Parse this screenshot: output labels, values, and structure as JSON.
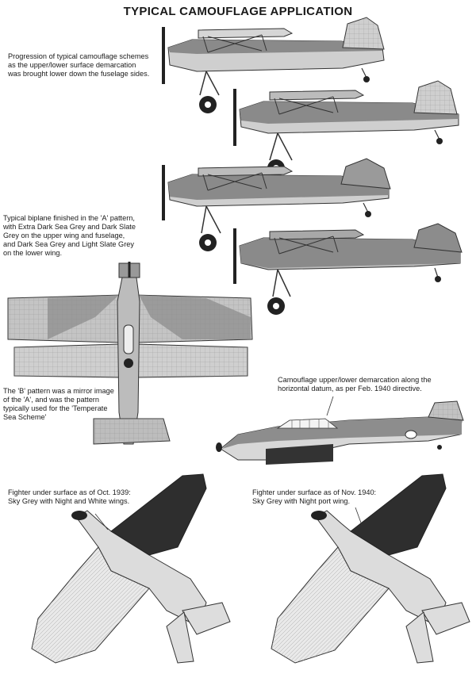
{
  "title": "TYPICAL CAMOUFLAGE APPLICATION",
  "notes": {
    "progression": [
      "Progression of typical camouflage schemes",
      "as the upper/lower surface demarcation",
      "was brought lower down the fuselage sides."
    ],
    "biplane_a": [
      "Typical biplane finished in the 'A' pattern,",
      "with Extra Dark Sea Grey and Dark Slate",
      "Grey on the upper wing and fuselage,",
      "and Dark Sea Grey and Light Slate Grey",
      "on the lower wing."
    ],
    "pattern_b": [
      "The 'B' pattern was a mirror image",
      "of the 'A', and was the pattern",
      "typically used for the 'Temperate",
      "Sea Scheme'"
    ],
    "demarcation": [
      "Camouflage upper/lower demarcation along the",
      "horizontal datum, as per Feb. 1940 directive."
    ],
    "fighter_oct": [
      "Fighter under surface as of Oct. 1939:",
      "Sky Grey with Night and White wings."
    ],
    "fighter_nov": [
      "Fighter under surface as of Nov. 1940:",
      "Sky Grey with Night port wing."
    ]
  },
  "colors": {
    "dark": "#7c7c7c",
    "light": "#cfcfcf",
    "night": "#2a2a2a",
    "outline": "#333333"
  }
}
